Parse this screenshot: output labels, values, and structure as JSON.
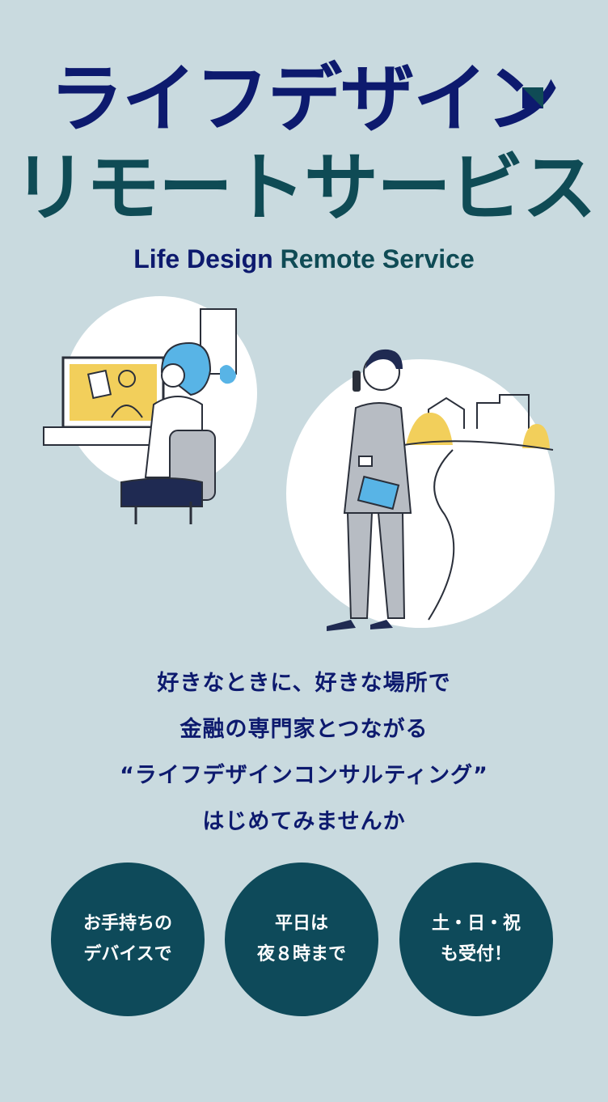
{
  "title": {
    "line1": "ライフデザイン",
    "line2": "リモートサービス"
  },
  "subtitle": {
    "part1": "Life Design",
    "part2": "Remote Service"
  },
  "copy": [
    "好きなときに、好きな場所で",
    "金融の専門家とつながる",
    "“ライフデザインコンサルティング”",
    "はじめてみませんか"
  ],
  "features": [
    {
      "line1": "お手持ちの",
      "line2": "デバイスで"
    },
    {
      "line1": "平日は",
      "line2": "夜８時まで"
    },
    {
      "line1": "土・日・祝",
      "line2": "も受付！"
    }
  ],
  "colors": {
    "background": "#c9dadf",
    "navy": "#0d1a6e",
    "teal": "#0f4b55",
    "badge": "#0e4a5a",
    "accent_yellow": "#f2cf5b",
    "accent_blue": "#58b4e6"
  }
}
